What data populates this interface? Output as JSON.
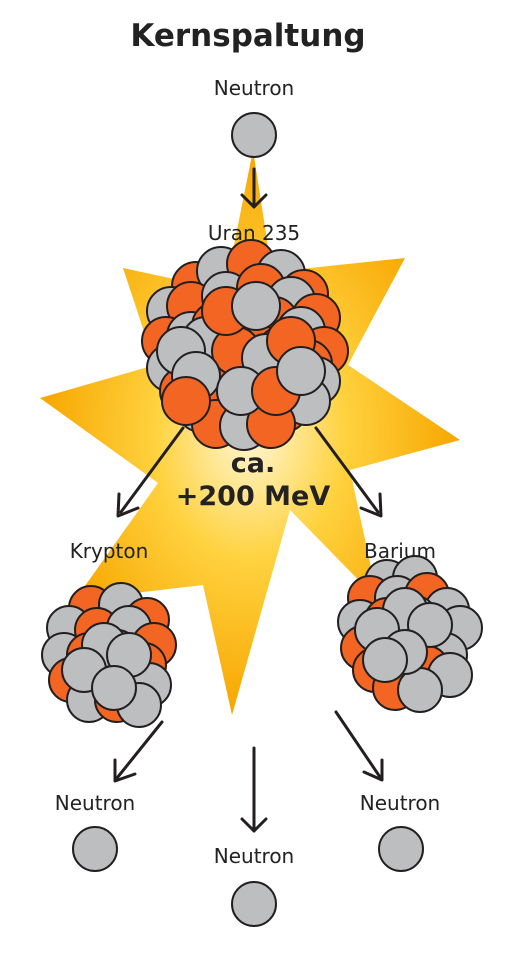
{
  "title": "Kernspaltung",
  "labels": {
    "incoming_neutron": "Neutron",
    "uranium": "Uran 235",
    "krypton": "Krypton",
    "barium": "Barium",
    "neutron_left": "Neutron",
    "neutron_center": "Neutron",
    "neutron_right": "Neutron"
  },
  "energy": {
    "line1": "ca.",
    "line2": "+200 MeV"
  },
  "colors": {
    "background": "#ffffff",
    "text": "#222222",
    "proton": "#f26522",
    "neutron": "#bcbec0",
    "outline": "#231f20",
    "explosion_inner": "#fff7d6",
    "explosion_mid": "#ffd23f",
    "explosion_outer": "#f7a600"
  }
}
